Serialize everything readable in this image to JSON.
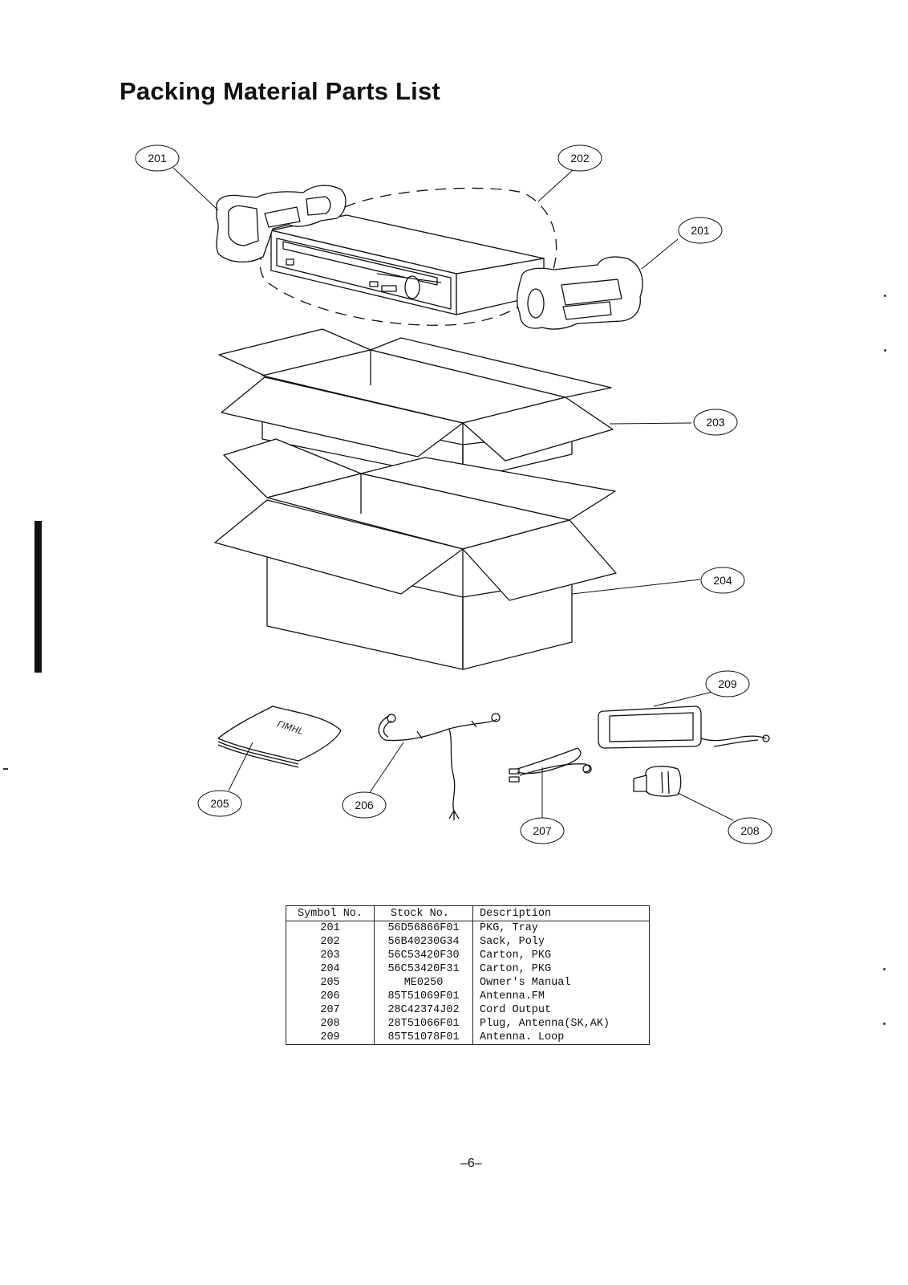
{
  "page": {
    "title": "Packing Material Parts List",
    "page_number": "–6–"
  },
  "callouts": [
    "201",
    "202",
    "201",
    "203",
    "204",
    "209",
    "205",
    "206",
    "207",
    "208"
  ],
  "artwork": {
    "manual_cover_scribble": "ΓΙΜΗL"
  },
  "table": {
    "headers": {
      "symbol": "Symbol No.",
      "stock": "Stock No.",
      "description": "Description"
    },
    "rows": [
      {
        "symbol": "201",
        "stock": "56D56866F01",
        "description": "PKG, Tray"
      },
      {
        "symbol": "202",
        "stock": "56B40230G34",
        "description": "Sack, Poly"
      },
      {
        "symbol": "203",
        "stock": "56C53420F30",
        "description": "Carton, PKG"
      },
      {
        "symbol": "204",
        "stock": "56C53420F31",
        "description": "Carton, PKG"
      },
      {
        "symbol": "205",
        "stock": "ME0250",
        "description": "Owner's Manual"
      },
      {
        "symbol": "206",
        "stock": "85T51069F01",
        "description": "Antenna.FM"
      },
      {
        "symbol": "207",
        "stock": "28C42374J02",
        "description": "Cord Output"
      },
      {
        "symbol": "208",
        "stock": "28T51066F01",
        "description": "Plug, Antenna(SK,AK)"
      },
      {
        "symbol": "209",
        "stock": "85T51078F01",
        "description": "Antenna. Loop"
      }
    ]
  }
}
